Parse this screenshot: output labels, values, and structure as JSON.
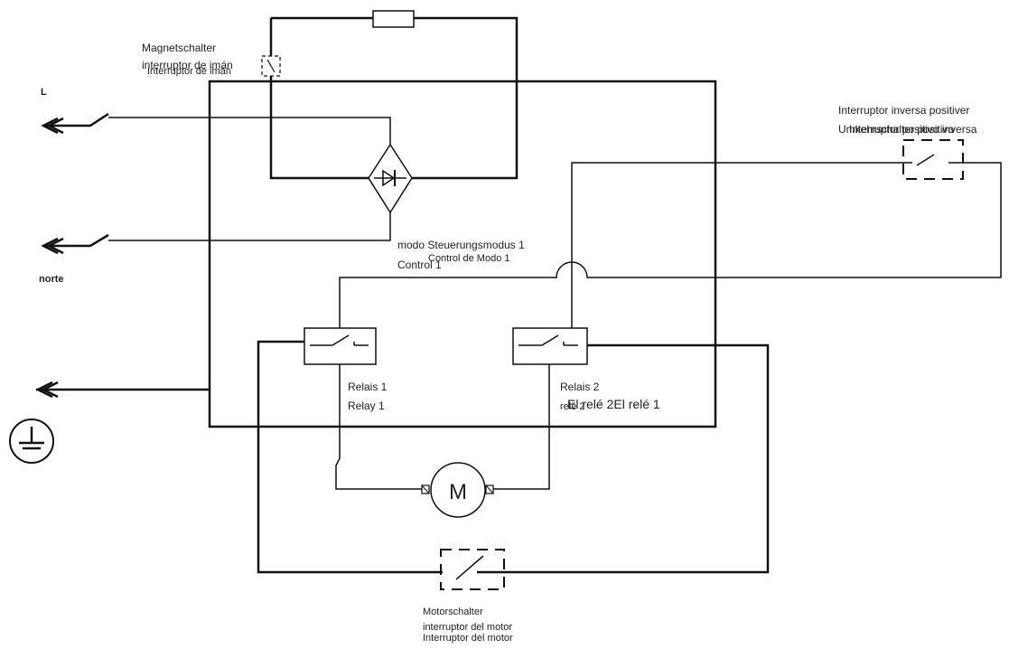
{
  "labels": {
    "terminal_l": "L",
    "terminal_n": "norte",
    "magnet_switch_de": "Magnetschalter",
    "magnet_switch_es": "interruptor de imán",
    "magnet_switch_es_overlay": "Interruptor de imán",
    "reverse_switch_mixed": "Interruptor inversa positiver",
    "reverse_switch_overlay_a": "Umkehrschalter positivo",
    "reverse_switch_overlay_b": "Interruptor positivo inversa",
    "mode_control_mixed": "modo Steuerungsmodus 1",
    "mode_control_es": "Control de Modo 1",
    "mode_control_en": "Control 1",
    "relay1_de": "Relais 1",
    "relay1_en": "Relay 1",
    "relay2_de": "Relais 2",
    "relay2_overlay_small": "relé 2",
    "relay2_overlay_large": "El relé 2El relé 1",
    "motor_symbol": "M",
    "motor_switch_de": "Motorschalter",
    "motor_switch_es_1": "interruptor del motor",
    "motor_switch_es_2": "Interruptor del motor"
  }
}
